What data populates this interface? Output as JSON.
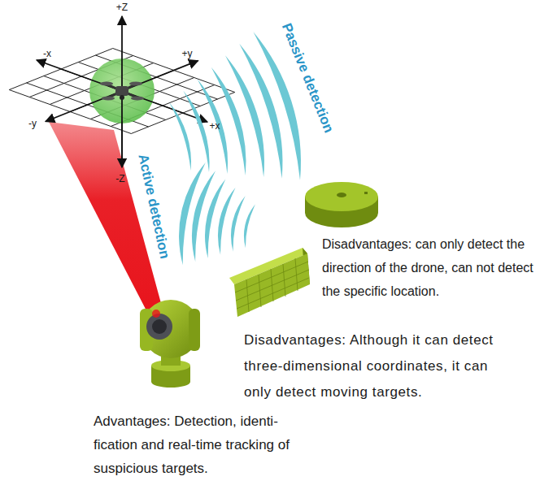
{
  "diagram": {
    "labels": [
      "+Z",
      "-x",
      "+y",
      "-y",
      "+x",
      "-Z",
      "Passive detection",
      "Active detection",
      "Disadvantages: can only detect the direction of the drone, can not detect the specific location.",
      "Disadvantages: Although it can detect three-dimensional coordinates, it can only detect moving targets.",
      "Advantages: Detection, identi- fication and real-time tracking of suspicious targets."
    ]
  }
}
